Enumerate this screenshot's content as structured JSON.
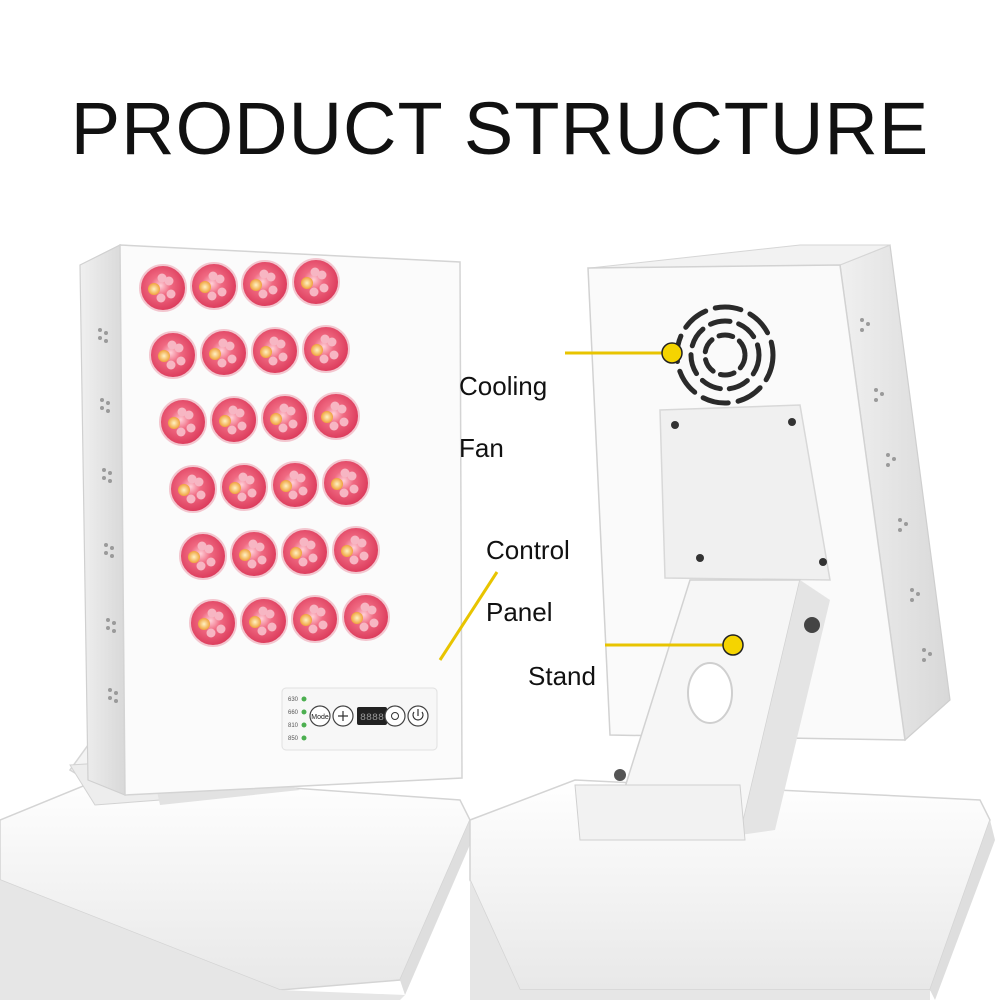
{
  "page": {
    "title": "PRODUCT STRUCTURE"
  },
  "callouts": {
    "cooling_fan": {
      "line1": "Cooling",
      "line2": "Fan"
    },
    "control_panel": {
      "line1": "Control",
      "line2": "Panel"
    },
    "stand": {
      "label": "Stand"
    }
  },
  "control_panel": {
    "wavelengths": [
      "630",
      "660",
      "810",
      "850"
    ],
    "mode_label": "Mode",
    "display": "8888"
  },
  "colors": {
    "callout_line": "#e8c400",
    "callout_dot": "#f5d400",
    "led_red": "#e8405c",
    "led_amber": "#f4b24a",
    "device_body": "#fbfbfb",
    "shadow": "#d9d9d9"
  }
}
